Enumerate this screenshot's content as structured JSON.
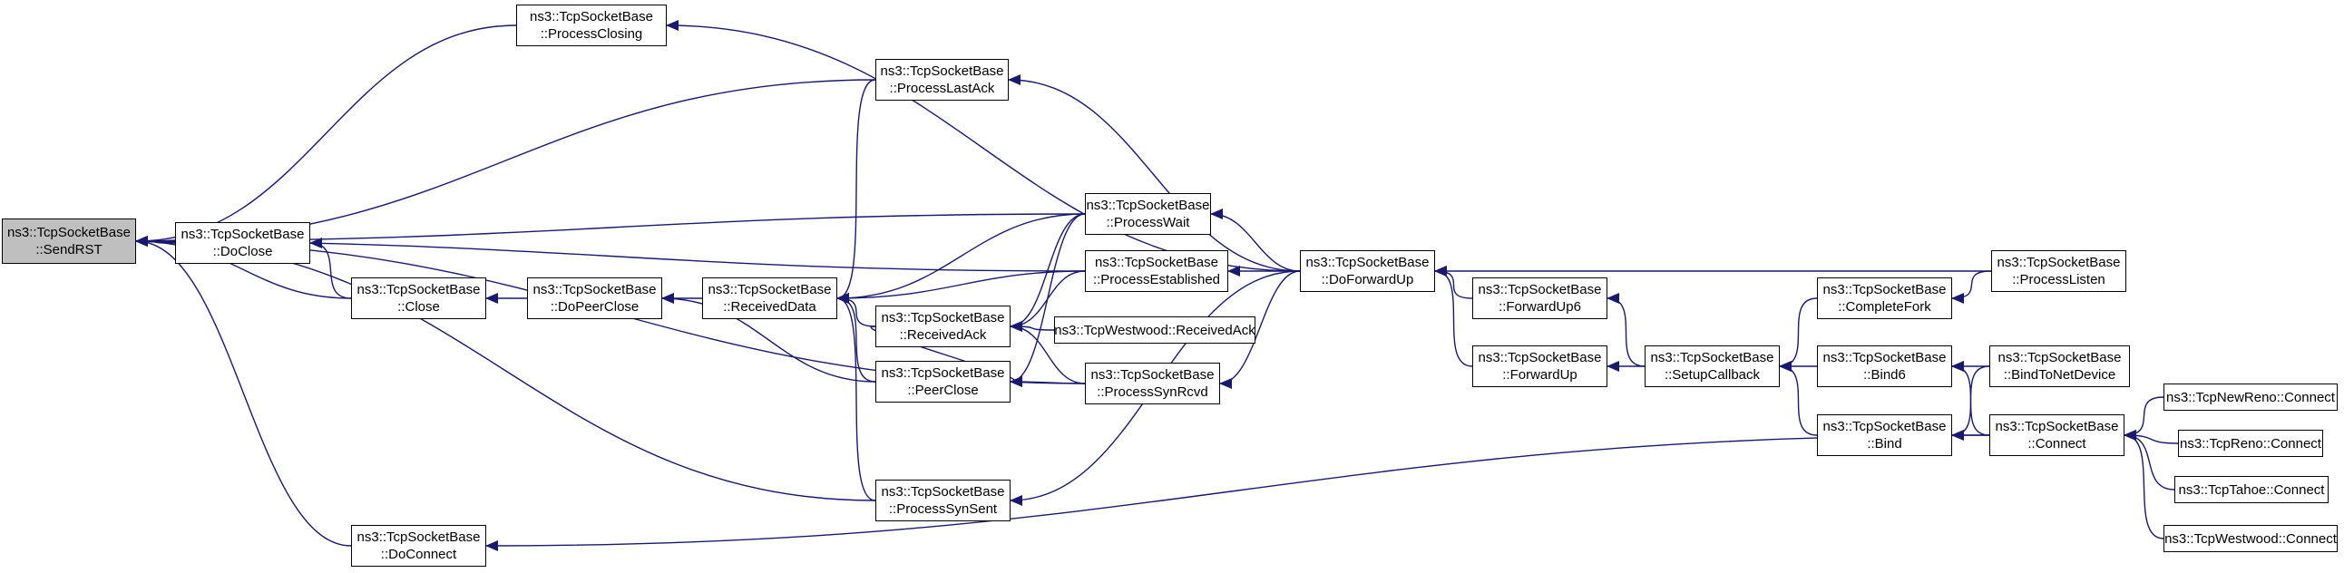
{
  "colors": {
    "edge": "#191970",
    "node_border": "#000000",
    "root_fill": "#bfbfbf",
    "node_fill": "#ffffff"
  },
  "nodes": {
    "sendrst": {
      "lines": [
        "ns3::TcpSocketBase",
        "::SendRST"
      ]
    },
    "processclosing": {
      "lines": [
        "ns3::TcpSocketBase",
        "::ProcessClosing"
      ]
    },
    "processlastack": {
      "lines": [
        "ns3::TcpSocketBase",
        "::ProcessLastAck"
      ]
    },
    "doclose": {
      "lines": [
        "ns3::TcpSocketBase",
        "::DoClose"
      ]
    },
    "close": {
      "lines": [
        "ns3::TcpSocketBase",
        "::Close"
      ]
    },
    "dopeerclose": {
      "lines": [
        "ns3::TcpSocketBase",
        "::DoPeerClose"
      ]
    },
    "receiveddata": {
      "lines": [
        "ns3::TcpSocketBase",
        "::ReceivedData"
      ]
    },
    "receivedack": {
      "lines": [
        "ns3::TcpSocketBase",
        "::ReceivedAck"
      ]
    },
    "peerclose": {
      "lines": [
        "ns3::TcpSocketBase",
        "::PeerClose"
      ]
    },
    "processsynsent": {
      "lines": [
        "ns3::TcpSocketBase",
        "::ProcessSynSent"
      ]
    },
    "processwait": {
      "lines": [
        "ns3::TcpSocketBase",
        "::ProcessWait"
      ]
    },
    "processestablished": {
      "lines": [
        "ns3::TcpSocketBase",
        "::ProcessEstablished"
      ]
    },
    "westwoodreceivedack": {
      "lines": [
        "ns3::TcpWestwood::ReceivedAck"
      ]
    },
    "processsynrcvd": {
      "lines": [
        "ns3::TcpSocketBase",
        "::ProcessSynRcvd"
      ]
    },
    "doforwardup": {
      "lines": [
        "ns3::TcpSocketBase",
        "::DoForwardUp"
      ]
    },
    "forwardup6": {
      "lines": [
        "ns3::TcpSocketBase",
        "::ForwardUp6"
      ]
    },
    "forwardup": {
      "lines": [
        "ns3::TcpSocketBase",
        "::ForwardUp"
      ]
    },
    "setupcallback": {
      "lines": [
        "ns3::TcpSocketBase",
        "::SetupCallback"
      ]
    },
    "completefork": {
      "lines": [
        "ns3::TcpSocketBase",
        "::CompleteFork"
      ]
    },
    "bind6": {
      "lines": [
        "ns3::TcpSocketBase",
        "::Bind6"
      ]
    },
    "bind": {
      "lines": [
        "ns3::TcpSocketBase",
        "::Bind"
      ]
    },
    "processlisten": {
      "lines": [
        "ns3::TcpSocketBase",
        "::ProcessListen"
      ]
    },
    "bindtonetdevice": {
      "lines": [
        "ns3::TcpSocketBase",
        "::BindToNetDevice"
      ]
    },
    "connect": {
      "lines": [
        "ns3::TcpSocketBase",
        "::Connect"
      ]
    },
    "newrenoconnect": {
      "lines": [
        "ns3::TcpNewReno::Connect"
      ]
    },
    "renoconnect": {
      "lines": [
        "ns3::TcpReno::Connect"
      ]
    },
    "tahoeconnect": {
      "lines": [
        "ns3::TcpTahoe::Connect"
      ]
    },
    "westwoodconnect": {
      "lines": [
        "ns3::TcpWestwood::Connect"
      ]
    },
    "doconnect": {
      "lines": [
        "ns3::TcpSocketBase",
        "::DoConnect"
      ]
    }
  },
  "edges": [
    [
      "processclosing",
      "sendrst"
    ],
    [
      "processlastack",
      "sendrst"
    ],
    [
      "processwait",
      "sendrst"
    ],
    [
      "processestablished",
      "sendrst"
    ],
    [
      "doclose",
      "sendrst"
    ],
    [
      "close",
      "sendrst"
    ],
    [
      "processsynrcvd",
      "sendrst"
    ],
    [
      "processsynsent",
      "sendrst"
    ],
    [
      "doconnect",
      "sendrst"
    ],
    [
      "close",
      "doclose"
    ],
    [
      "dopeerclose",
      "close"
    ],
    [
      "receiveddata",
      "dopeerclose"
    ],
    [
      "peerclose",
      "dopeerclose"
    ],
    [
      "processlastack",
      "receiveddata"
    ],
    [
      "processwait",
      "receiveddata"
    ],
    [
      "processestablished",
      "receiveddata"
    ],
    [
      "receivedack",
      "receiveddata"
    ],
    [
      "peerclose",
      "receiveddata"
    ],
    [
      "processsynsent",
      "receiveddata"
    ],
    [
      "processwait",
      "receivedack"
    ],
    [
      "processestablished",
      "receivedack"
    ],
    [
      "westwoodreceivedack",
      "receivedack"
    ],
    [
      "processsynrcvd",
      "receivedack"
    ],
    [
      "receivedack",
      "peerclose"
    ],
    [
      "processwait",
      "peerclose"
    ],
    [
      "processsynrcvd",
      "peerclose"
    ],
    [
      "doforwardup",
      "processclosing"
    ],
    [
      "doforwardup",
      "processlastack"
    ],
    [
      "doforwardup",
      "processwait"
    ],
    [
      "doforwardup",
      "processestablished"
    ],
    [
      "doforwardup",
      "processsynrcvd"
    ],
    [
      "doforwardup",
      "processsynsent"
    ],
    [
      "forwardup6",
      "doforwardup"
    ],
    [
      "forwardup",
      "doforwardup"
    ],
    [
      "processlisten",
      "doforwardup"
    ],
    [
      "setupcallback",
      "forwardup6"
    ],
    [
      "setupcallback",
      "forwardup"
    ],
    [
      "completefork",
      "setupcallback"
    ],
    [
      "bind6",
      "setupcallback"
    ],
    [
      "bind",
      "setupcallback"
    ],
    [
      "processlisten",
      "completefork"
    ],
    [
      "bindtonetdevice",
      "bind6"
    ],
    [
      "connect",
      "bind6"
    ],
    [
      "bindtonetdevice",
      "bind"
    ],
    [
      "connect",
      "bind"
    ],
    [
      "connect",
      "doconnect"
    ],
    [
      "newrenoconnect",
      "connect"
    ],
    [
      "renoconnect",
      "connect"
    ],
    [
      "tahoeconnect",
      "connect"
    ],
    [
      "westwoodconnect",
      "connect"
    ]
  ]
}
